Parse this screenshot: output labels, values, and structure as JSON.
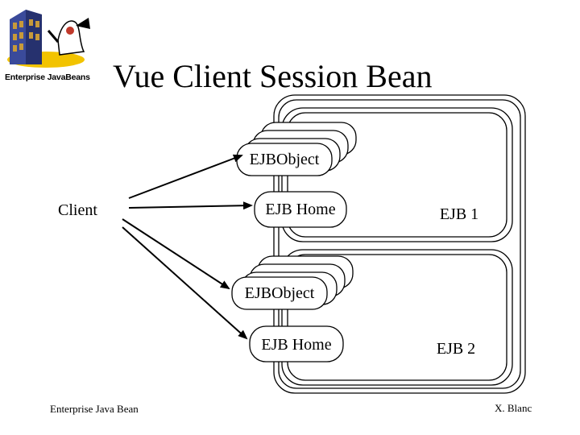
{
  "title": "Vue Client Session Bean",
  "logo": {
    "caption": "Enterprise JavaBeans"
  },
  "diagram": {
    "client_label": "Client",
    "bean_1": {
      "object_label": "EJBObject",
      "home_label": "EJB Home",
      "container_label": "EJB 1"
    },
    "bean_2": {
      "object_label": "EJBObject",
      "home_label": "EJB Home",
      "container_label": "EJB 2"
    }
  },
  "footer": {
    "left": "Enterprise Java Bean",
    "right": "X. Blanc"
  },
  "colors": {
    "logo_building": "#3a4a9a",
    "logo_accent": "#f2c300",
    "logo_stripe": "#c0392b",
    "line": "#000000"
  }
}
